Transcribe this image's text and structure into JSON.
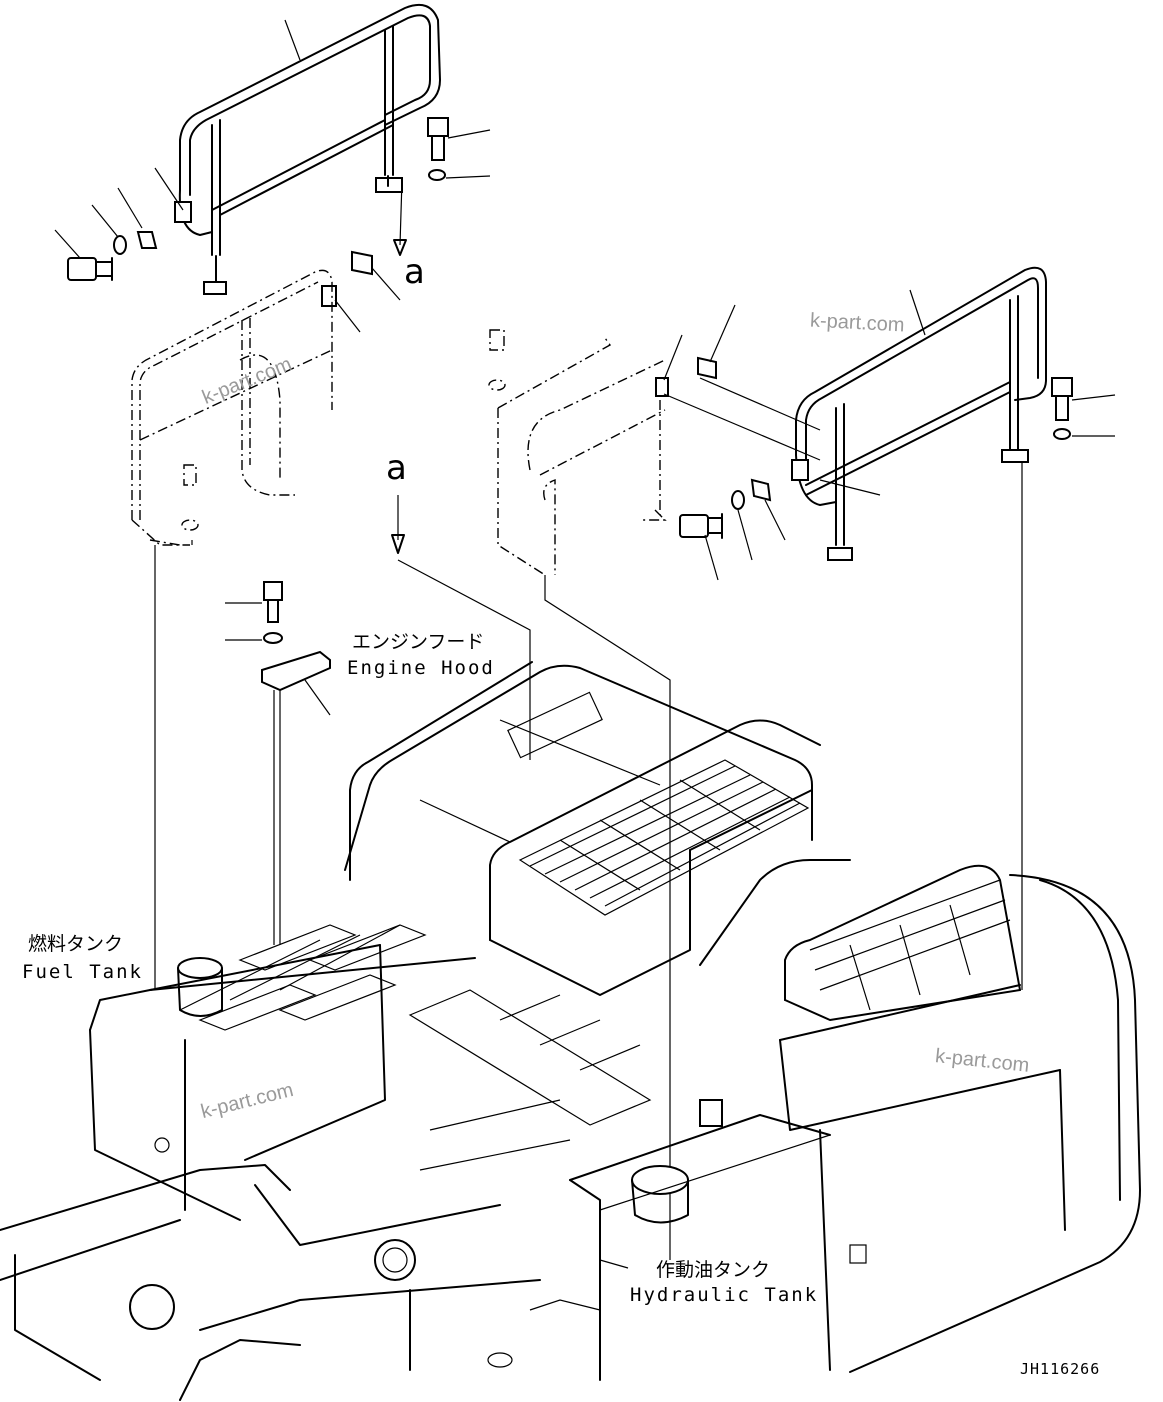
{
  "labels": {
    "engine_hood_jp": "エンジンフード",
    "engine_hood_en": "Engine Hood",
    "fuel_tank_jp": "燃料タンク",
    "fuel_tank_en": "Fuel Tank",
    "hydraulic_tank_jp": "作動油タンク",
    "hydraulic_tank_en": "Hydraulic Tank"
  },
  "arrow_letters": {
    "upper": "a",
    "middle": "a"
  },
  "watermarks": [
    "k-part.com",
    "k-part.com",
    "k-part.com",
    "k-part.com"
  ],
  "document_code": "JH116266"
}
